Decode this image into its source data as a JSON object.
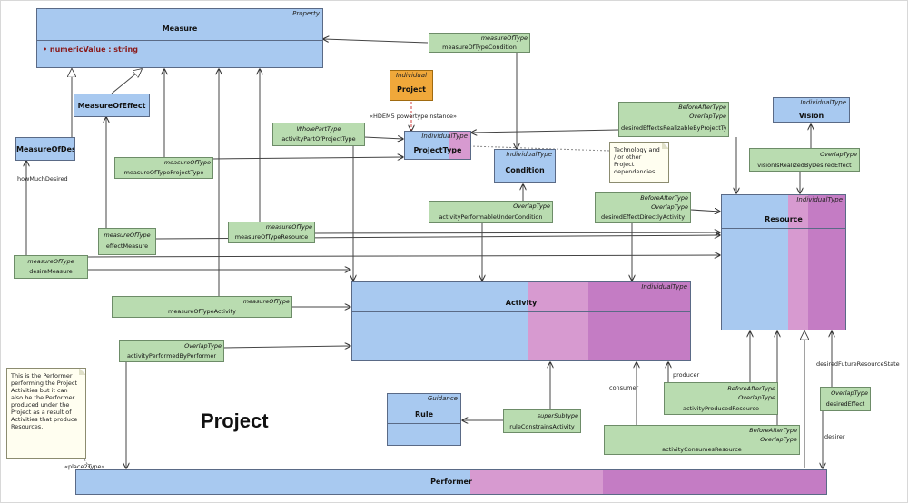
{
  "title": "Project",
  "classes": {
    "measure": {
      "stereotype": "Property",
      "name": "Measure",
      "attribute": "•   numericValue : string"
    },
    "measure_of_effect": {
      "name": "MeasureOfEffect"
    },
    "measure_of_desire": {
      "name": "MeasureOfDesire"
    },
    "project_type": {
      "stereotype": "IndividualType",
      "name": "ProjectType"
    },
    "condition": {
      "stereotype": "IndividualType",
      "name": "Condition"
    },
    "vision": {
      "stereotype": "IndividualType",
      "name": "Vision"
    },
    "resource": {
      "stereotype": "IndividualType",
      "name": "Resource"
    },
    "activity": {
      "stereotype": "IndividualType",
      "name": "Activity"
    },
    "rule": {
      "stereotype": "Guidance",
      "name": "Rule"
    },
    "performer": {
      "name": "Performer"
    }
  },
  "individual": {
    "stereotype": "Individual",
    "name": "Project"
  },
  "associations": {
    "measure_of_type_condition": {
      "stereotype": "measureOfType",
      "name": "measureOfTypeCondition"
    },
    "activity_part_of_project_type": {
      "stereotype": "WholePartType",
      "name": "activityPartOfProjectType"
    },
    "measure_of_type_project_type": {
      "stereotype": "measureOfType",
      "name": "measureOfTypeProjectType"
    },
    "effect_measure": {
      "stereotype": "measureOfType",
      "name": "effectMeasure"
    },
    "measure_of_type_resource": {
      "stereotype": "measureOfType",
      "name": "measureOfTypeResource"
    },
    "desire_measure": {
      "stereotype": "measureOfType",
      "name": "desireMeasure"
    },
    "measure_of_type_activity": {
      "stereotype": "measureOfType",
      "name": "measureOfTypeActivity"
    },
    "activity_performed_by_performer": {
      "stereotype": "OverlapType",
      "name": "activityPerformedByPerformer"
    },
    "desired_effects": {
      "stereotype": "BeforeAfterType",
      "stereotype2": "OverlapType",
      "name": "desiredEffectsRealizableByProjectType"
    },
    "vision_realized": {
      "stereotype": "OverlapType",
      "name": "visionIsRealizedByDesiredEffect"
    },
    "activity_performable": {
      "stereotype": "OverlapType",
      "name": "activityPerformableUnderCondition"
    },
    "desired_effect_directly": {
      "stereotype": "BeforeAfterType",
      "stereotype2": "OverlapType",
      "name": "desiredEffectDirectlyActivity"
    },
    "activity_produced_resource": {
      "stereotype": "BeforeAfterType",
      "stereotype2": "OverlapType",
      "name": "activityProducedResource"
    },
    "activity_consumes_resource": {
      "stereotype": "BeforeAfterType",
      "stereotype2": "OverlapType",
      "name": "activityConsumesResource"
    },
    "rule_constrains": {
      "stereotype": "superSubtype",
      "name": "ruleConstrainsActivity"
    },
    "desired_effect": {
      "stereotype": "OverlapType",
      "name": "desiredEffect"
    }
  },
  "notes": {
    "technology": "Technology and / or other Project dependencies",
    "performer": "This is the Performer performing the Project Activities but it can also be the Performer produced under the Project as a result of Activities that produce Resources."
  },
  "edge_labels": {
    "powertype": "«HDEM5 powertypeInstance»",
    "how_much_desired": "howMuchDesired",
    "consumer": "consumer",
    "producer": "producer",
    "desired_future": "desiredFutureResourceState",
    "desirer": "desirer",
    "place2type": "«place2Type»"
  },
  "colors": {
    "class_fill": "#a8c9f0",
    "assoc_fill": "#b9dcb0",
    "individual_fill": "#f0a83a",
    "pink_stripe": "#d79ad0",
    "magenta_stripe": "#c47cc4"
  }
}
